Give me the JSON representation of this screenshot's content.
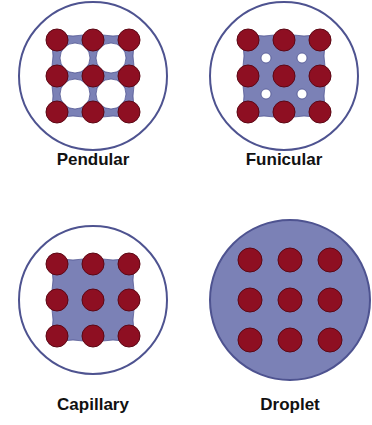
{
  "diagram": {
    "nodes": [
      {
        "text": [
          "Pendular"
        ]
      },
      {
        "text": [
          "Funicular"
        ]
      },
      {
        "text": [
          "Capillary"
        ]
      },
      {
        "text": [
          "Droplet"
        ]
      }
    ]
  }
}
